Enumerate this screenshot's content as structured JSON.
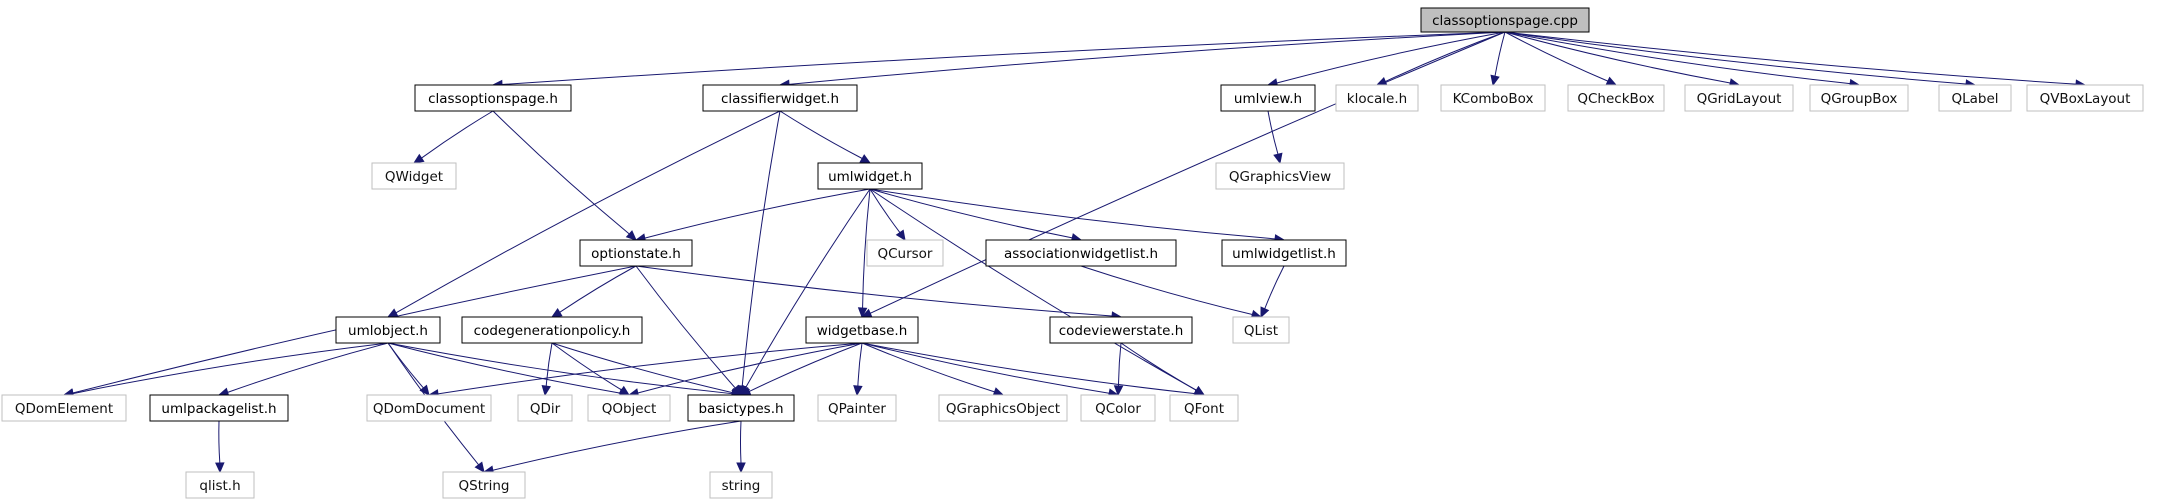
{
  "colors": {
    "edge": "#191970",
    "root_fill": "#bfbfbf",
    "internal_border": "#000000",
    "external_border": "#bfbfbf"
  },
  "nodes": [
    {
      "id": "root",
      "label": "classoptionspage.cpp",
      "kind": "root"
    },
    {
      "id": "classoptionspage_h",
      "label": "classoptionspage.h",
      "kind": "internal"
    },
    {
      "id": "classifierwidget_h",
      "label": "classifierwidget.h",
      "kind": "internal"
    },
    {
      "id": "umlview_h",
      "label": "umlview.h",
      "kind": "internal"
    },
    {
      "id": "klocale_h",
      "label": "klocale.h",
      "kind": "external"
    },
    {
      "id": "KComboBox",
      "label": "KComboBox",
      "kind": "external"
    },
    {
      "id": "QCheckBox",
      "label": "QCheckBox",
      "kind": "external"
    },
    {
      "id": "QGridLayout",
      "label": "QGridLayout",
      "kind": "external"
    },
    {
      "id": "QGroupBox",
      "label": "QGroupBox",
      "kind": "external"
    },
    {
      "id": "QLabel",
      "label": "QLabel",
      "kind": "external"
    },
    {
      "id": "QVBoxLayout",
      "label": "QVBoxLayout",
      "kind": "external"
    },
    {
      "id": "QWidget",
      "label": "QWidget",
      "kind": "external"
    },
    {
      "id": "umlwidget_h",
      "label": "umlwidget.h",
      "kind": "internal"
    },
    {
      "id": "QGraphicsView",
      "label": "QGraphicsView",
      "kind": "external"
    },
    {
      "id": "optionstate_h",
      "label": "optionstate.h",
      "kind": "internal"
    },
    {
      "id": "QCursor",
      "label": "QCursor",
      "kind": "external"
    },
    {
      "id": "associationwidgetlist_h",
      "label": "associationwidgetlist.h",
      "kind": "internal"
    },
    {
      "id": "umlwidgetlist_h",
      "label": "umlwidgetlist.h",
      "kind": "internal"
    },
    {
      "id": "umlobject_h",
      "label": "umlobject.h",
      "kind": "internal"
    },
    {
      "id": "codegenerationpolicy_h",
      "label": "codegenerationpolicy.h",
      "kind": "internal"
    },
    {
      "id": "widgetbase_h",
      "label": "widgetbase.h",
      "kind": "internal"
    },
    {
      "id": "codeviewerstate_h",
      "label": "codeviewerstate.h",
      "kind": "internal"
    },
    {
      "id": "QList",
      "label": "QList",
      "kind": "external"
    },
    {
      "id": "QDomElement",
      "label": "QDomElement",
      "kind": "external"
    },
    {
      "id": "umlpackagelist_h",
      "label": "umlpackagelist.h",
      "kind": "internal"
    },
    {
      "id": "QDomDocument",
      "label": "QDomDocument",
      "kind": "external"
    },
    {
      "id": "QDir",
      "label": "QDir",
      "kind": "external"
    },
    {
      "id": "QObject",
      "label": "QObject",
      "kind": "external"
    },
    {
      "id": "basictypes_h",
      "label": "basictypes.h",
      "kind": "internal"
    },
    {
      "id": "QPainter",
      "label": "QPainter",
      "kind": "external"
    },
    {
      "id": "QGraphicsObject",
      "label": "QGraphicsObject",
      "kind": "external"
    },
    {
      "id": "QColor",
      "label": "QColor",
      "kind": "external"
    },
    {
      "id": "QFont",
      "label": "QFont",
      "kind": "external"
    },
    {
      "id": "qlist_h",
      "label": "qlist.h",
      "kind": "external"
    },
    {
      "id": "QString",
      "label": "QString",
      "kind": "external"
    },
    {
      "id": "string",
      "label": "string",
      "kind": "external"
    }
  ],
  "edges": [
    [
      "root",
      "classoptionspage_h"
    ],
    [
      "root",
      "classifierwidget_h"
    ],
    [
      "root",
      "umlview_h"
    ],
    [
      "root",
      "klocale_h"
    ],
    [
      "root",
      "KComboBox"
    ],
    [
      "root",
      "QCheckBox"
    ],
    [
      "root",
      "QGridLayout"
    ],
    [
      "root",
      "QGroupBox"
    ],
    [
      "root",
      "QLabel"
    ],
    [
      "root",
      "QVBoxLayout"
    ],
    [
      "root",
      "widgetbase_h"
    ],
    [
      "classoptionspage_h",
      "QWidget"
    ],
    [
      "classoptionspage_h",
      "optionstate_h"
    ],
    [
      "classifierwidget_h",
      "umlwidget_h"
    ],
    [
      "classifierwidget_h",
      "umlobject_h"
    ],
    [
      "classifierwidget_h",
      "basictypes_h"
    ],
    [
      "umlview_h",
      "QGraphicsView"
    ],
    [
      "umlwidget_h",
      "optionstate_h"
    ],
    [
      "umlwidget_h",
      "QCursor"
    ],
    [
      "umlwidget_h",
      "associationwidgetlist_h"
    ],
    [
      "umlwidget_h",
      "umlwidgetlist_h"
    ],
    [
      "umlwidget_h",
      "widgetbase_h"
    ],
    [
      "umlwidget_h",
      "basictypes_h"
    ],
    [
      "umlwidget_h",
      "QFont"
    ],
    [
      "optionstate_h",
      "QDomElement"
    ],
    [
      "optionstate_h",
      "codegenerationpolicy_h"
    ],
    [
      "optionstate_h",
      "codeviewerstate_h"
    ],
    [
      "optionstate_h",
      "basictypes_h"
    ],
    [
      "associationwidgetlist_h",
      "QList"
    ],
    [
      "umlwidgetlist_h",
      "QList"
    ],
    [
      "umlobject_h",
      "QDomElement"
    ],
    [
      "umlobject_h",
      "umlpackagelist_h"
    ],
    [
      "umlobject_h",
      "QDomDocument"
    ],
    [
      "umlobject_h",
      "QObject"
    ],
    [
      "umlobject_h",
      "basictypes_h"
    ],
    [
      "umlobject_h",
      "QString"
    ],
    [
      "codegenerationpolicy_h",
      "QDir"
    ],
    [
      "codegenerationpolicy_h",
      "QObject"
    ],
    [
      "codegenerationpolicy_h",
      "basictypes_h"
    ],
    [
      "widgetbase_h",
      "QDomDocument"
    ],
    [
      "widgetbase_h",
      "QObject"
    ],
    [
      "widgetbase_h",
      "basictypes_h"
    ],
    [
      "widgetbase_h",
      "QPainter"
    ],
    [
      "widgetbase_h",
      "QGraphicsObject"
    ],
    [
      "widgetbase_h",
      "QColor"
    ],
    [
      "widgetbase_h",
      "QFont"
    ],
    [
      "codeviewerstate_h",
      "QColor"
    ],
    [
      "codeviewerstate_h",
      "QFont"
    ],
    [
      "umlpackagelist_h",
      "qlist_h"
    ],
    [
      "basictypes_h",
      "QString"
    ],
    [
      "basictypes_h",
      "string"
    ]
  ]
}
